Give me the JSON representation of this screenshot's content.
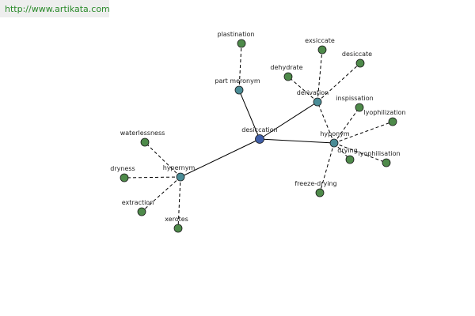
{
  "header": {
    "url": "http://www.artikata.com"
  },
  "colors": {
    "root": "#3f5ea8",
    "relation": "#4a8c96",
    "leaf": "#4e8a4a",
    "outline": "#1a1a1a",
    "url_text": "#2a8a2a"
  },
  "graph": {
    "nodes": [
      {
        "id": "desiccation",
        "label": "desiccation",
        "kind": "root"
      },
      {
        "id": "part-meronym",
        "label": "part meronym",
        "kind": "relation"
      },
      {
        "id": "derivation",
        "label": "derivation",
        "kind": "relation"
      },
      {
        "id": "hyponym",
        "label": "hyponym",
        "kind": "relation"
      },
      {
        "id": "hypernym",
        "label": "hypernym",
        "kind": "relation"
      },
      {
        "id": "plastination",
        "label": "plastination",
        "kind": "leaf"
      },
      {
        "id": "exsiccate",
        "label": "exsiccate",
        "kind": "leaf"
      },
      {
        "id": "desiccate",
        "label": "desiccate",
        "kind": "leaf"
      },
      {
        "id": "dehydrate",
        "label": "dehydrate",
        "kind": "leaf"
      },
      {
        "id": "inspissation",
        "label": "inspissation",
        "kind": "leaf"
      },
      {
        "id": "lyophilization",
        "label": "lyophilization",
        "kind": "leaf"
      },
      {
        "id": "drying",
        "label": "drying",
        "kind": "leaf"
      },
      {
        "id": "lyophilisation",
        "label": "lyophilisation",
        "kind": "leaf"
      },
      {
        "id": "freeze-drying",
        "label": "freeze-drying",
        "kind": "leaf"
      },
      {
        "id": "waterlessness",
        "label": "waterlessness",
        "kind": "leaf"
      },
      {
        "id": "dryness",
        "label": "dryness",
        "kind": "leaf"
      },
      {
        "id": "extraction",
        "label": "extraction",
        "kind": "leaf"
      },
      {
        "id": "xerotes",
        "label": "xerotes",
        "kind": "leaf"
      }
    ],
    "edges": [
      {
        "from": "desiccation",
        "to": "part-meronym",
        "style": "solid"
      },
      {
        "from": "desiccation",
        "to": "derivation",
        "style": "solid"
      },
      {
        "from": "desiccation",
        "to": "hyponym",
        "style": "solid"
      },
      {
        "from": "desiccation",
        "to": "hypernym",
        "style": "solid"
      },
      {
        "from": "part-meronym",
        "to": "plastination",
        "style": "dashed"
      },
      {
        "from": "derivation",
        "to": "exsiccate",
        "style": "dashed"
      },
      {
        "from": "derivation",
        "to": "desiccate",
        "style": "dashed"
      },
      {
        "from": "derivation",
        "to": "dehydrate",
        "style": "dashed"
      },
      {
        "from": "hyponym",
        "to": "inspissation",
        "style": "dashed"
      },
      {
        "from": "hyponym",
        "to": "lyophilization",
        "style": "dashed"
      },
      {
        "from": "hyponym",
        "to": "drying",
        "style": "dashed"
      },
      {
        "from": "hyponym",
        "to": "lyophilisation",
        "style": "dashed"
      },
      {
        "from": "hyponym",
        "to": "freeze-drying",
        "style": "dashed"
      },
      {
        "from": "hyponym",
        "to": "derivation",
        "style": "dashed"
      },
      {
        "from": "hypernym",
        "to": "waterlessness",
        "style": "dashed"
      },
      {
        "from": "hypernym",
        "to": "dryness",
        "style": "dashed"
      },
      {
        "from": "hypernym",
        "to": "extraction",
        "style": "dashed"
      },
      {
        "from": "hypernym",
        "to": "xerotes",
        "style": "dashed"
      }
    ]
  }
}
